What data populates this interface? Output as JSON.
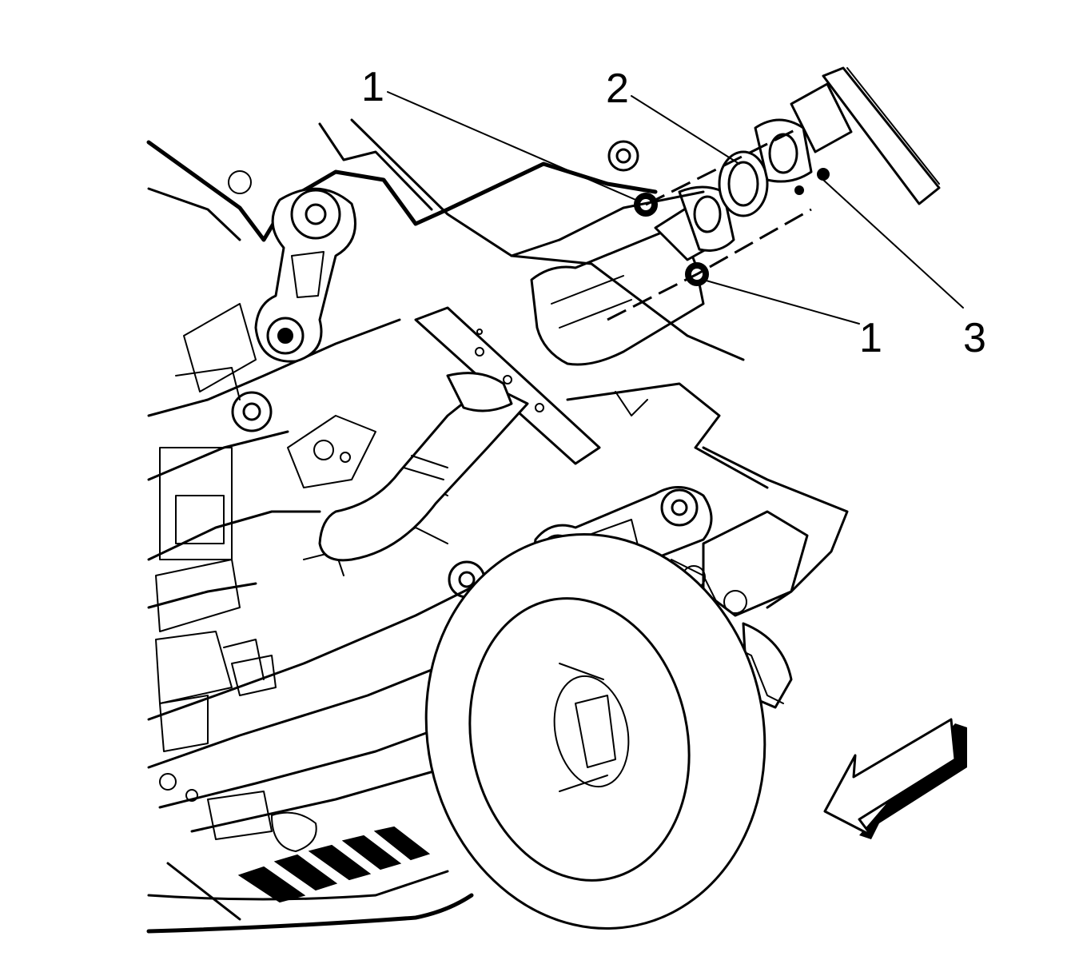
{
  "callouts": [
    {
      "id": "callout-1-top",
      "label": "1"
    },
    {
      "id": "callout-2",
      "label": "2"
    },
    {
      "id": "callout-1-right",
      "label": "1"
    },
    {
      "id": "callout-3",
      "label": "3"
    }
  ],
  "colors": {
    "line": "#000000",
    "background": "#ffffff"
  }
}
